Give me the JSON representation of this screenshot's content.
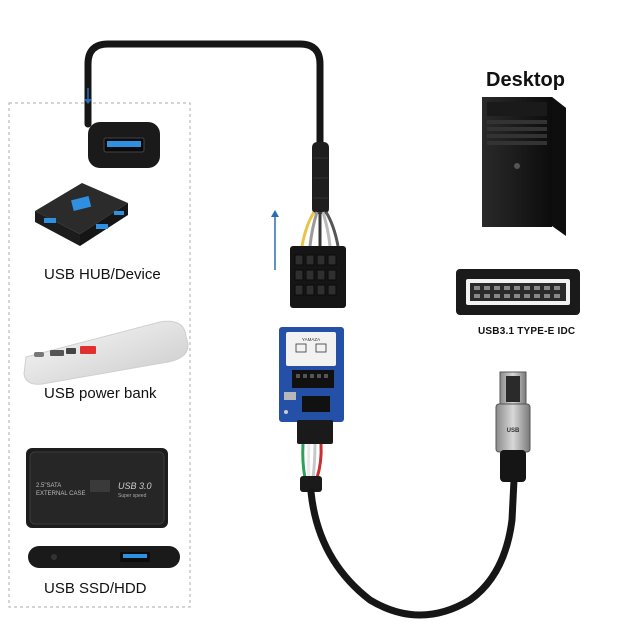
{
  "labels": {
    "desktop": "Desktop",
    "usb_hub": "USB HUB/Device",
    "usb_power_bank": "USB power bank",
    "usb_ssd_hdd": "USB SSD/HDD",
    "usb31_idc": "USB3.1 TYPE-E IDC"
  },
  "product_print": {
    "hdd_size": "2.5\"SATA",
    "hdd_case": "EXTERNAL CASE",
    "hdd_usb": "USB 3.0",
    "hdd_speed": "Super speed",
    "board_brand": "YAMAZA",
    "plug_text": "USB"
  },
  "icons": [
    "arrow-down-icon",
    "arrow-up-icon"
  ],
  "colors": {
    "cable": "#161616",
    "arrow": "#2a6cb5",
    "board": "#2550a8",
    "usb_port_blue": "#2f8fe0",
    "dashed_border": "#bbbbbb"
  }
}
